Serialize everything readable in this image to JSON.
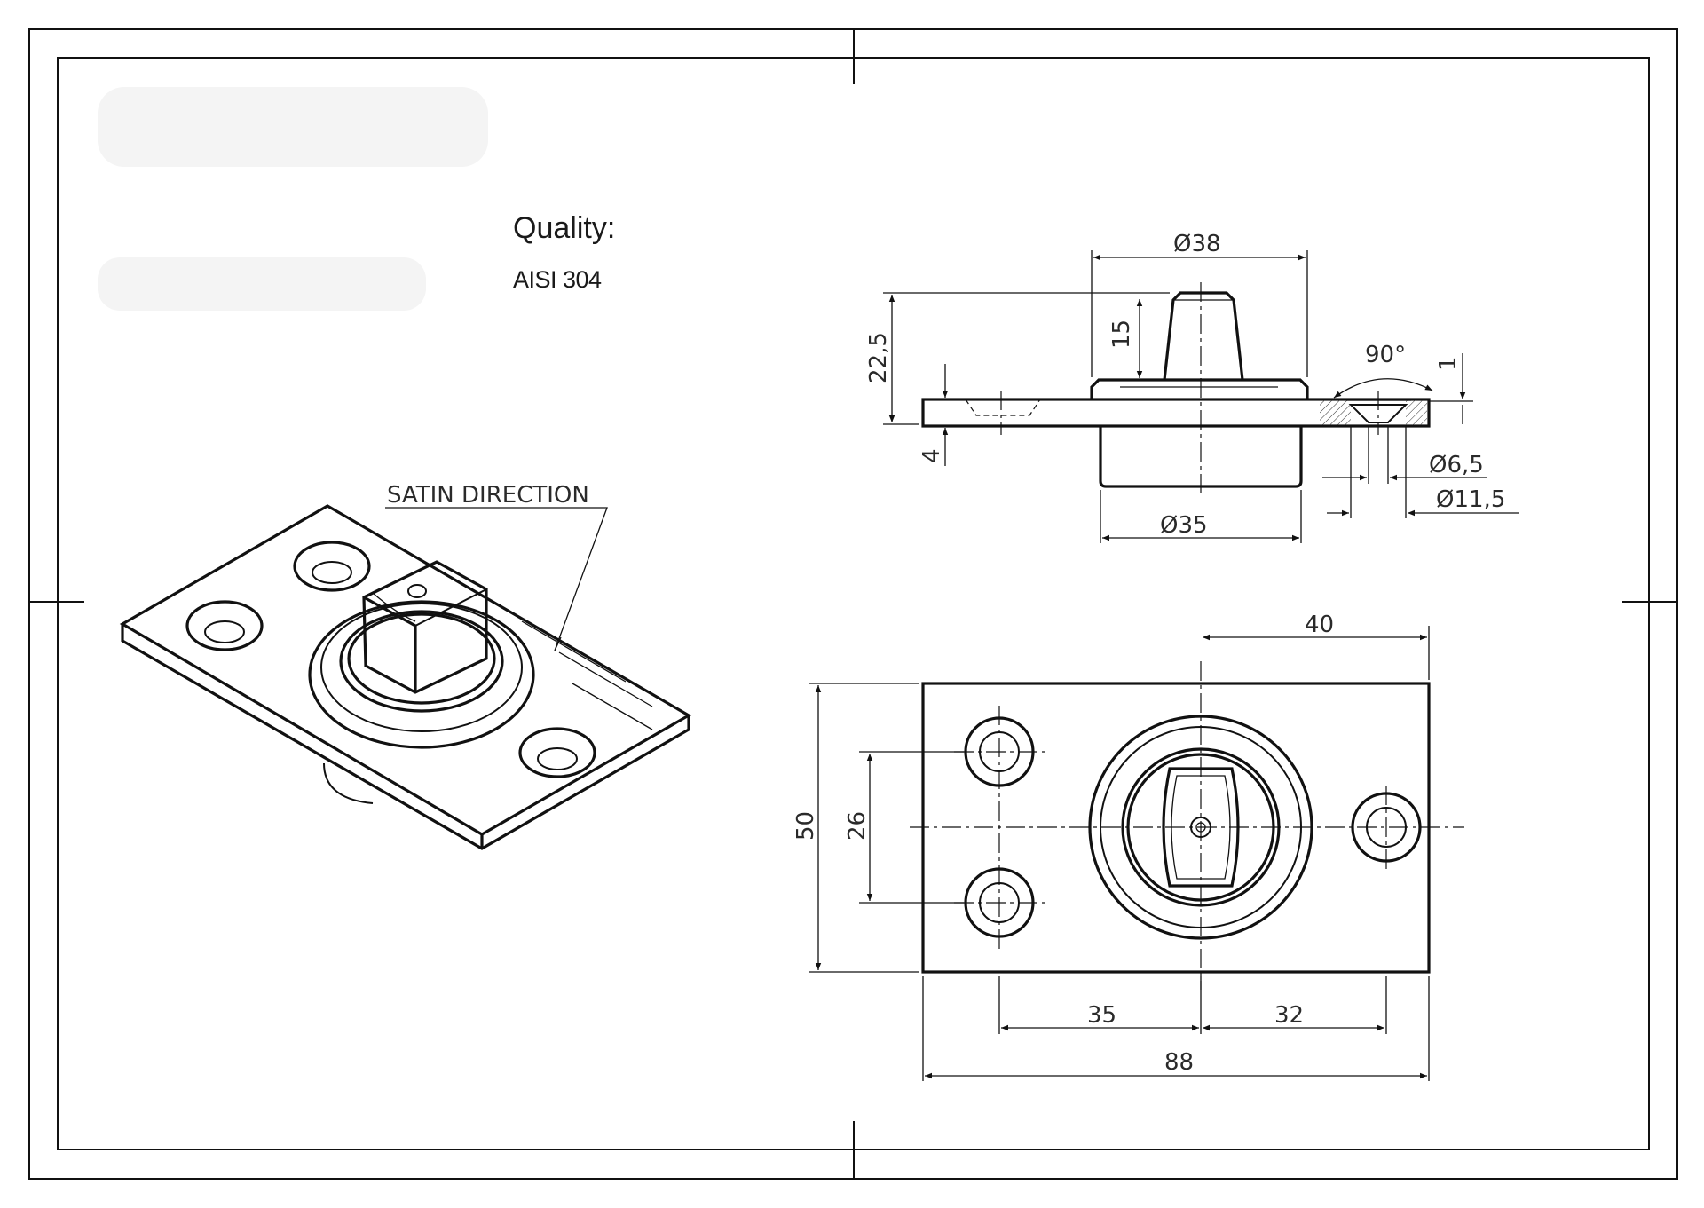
{
  "notes": {
    "quality_title": "Quality:",
    "quality_material": "AISI 304",
    "satin_label": "SATIN DIRECTION"
  },
  "side_view": {
    "dia_top": "Ø38",
    "height_total": "22,5",
    "height_pin": "15",
    "plate_thickness": "4",
    "countersink_angle": "90°",
    "countersink_depth": "1",
    "dia_hole_small": "Ø6,5",
    "dia_hole_large": "Ø11,5",
    "dia_bottom": "Ø35"
  },
  "plan_view": {
    "offset_right": "40",
    "height_total": "50",
    "hole_spacing": "26",
    "offset_left": "35",
    "offset_right_hole": "32",
    "width_total": "88"
  }
}
